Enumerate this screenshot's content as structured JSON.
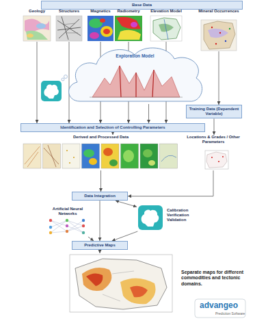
{
  "diagram": {
    "nodes": [
      {
        "text": [
          "Base Data"
        ]
      },
      {
        "text": [
          "Geology"
        ]
      },
      {
        "text": [
          "Structures"
        ]
      },
      {
        "text": [
          "Magnetics"
        ]
      },
      {
        "text": [
          "Radiometry"
        ]
      },
      {
        "text": [
          "Elevation Model"
        ]
      },
      {
        "text": [
          "Mineral Occurrences"
        ]
      },
      {
        "text": [
          "Exploration Model"
        ]
      },
      {
        "text": [
          "Training Data (Dependent Variable)"
        ]
      },
      {
        "text": [
          "Identification and Selection of Controlling Parameters"
        ]
      },
      {
        "text": [
          "Derived and Processed Data"
        ]
      },
      {
        "text": [
          "Locations & Grades / Other Parameters"
        ]
      },
      {
        "text": [
          "Data Integration"
        ]
      },
      {
        "text": [
          "Artificial Neural Networks"
        ]
      },
      {
        "text": [
          "Calibration Verification Validation"
        ]
      },
      {
        "text": [
          "Predictive Maps"
        ]
      },
      {
        "text": [
          "Separate maps for different commodities and tectonic domains."
        ]
      }
    ],
    "edges": [
      {
        "from": 1,
        "to": 9,
        "arrow": "to"
      },
      {
        "from": 2,
        "to": 9,
        "arrow": "to"
      },
      {
        "from": 3,
        "to": 9,
        "arrow": "to"
      },
      {
        "from": 4,
        "to": 9,
        "arrow": "to"
      },
      {
        "from": 5,
        "to": 9,
        "arrow": "to"
      },
      {
        "from": 7,
        "to": 9,
        "arrow": "to"
      },
      {
        "from": 6,
        "to": 8,
        "arrow": "to"
      },
      {
        "from": 8,
        "to": 11,
        "arrow": "to"
      },
      {
        "from": 9,
        "to": 10,
        "arrow": "to"
      },
      {
        "from": 10,
        "to": 12,
        "arrow": "to"
      },
      {
        "from": 11,
        "to": 12,
        "arrow": "to"
      },
      {
        "from": 12,
        "to": 15,
        "arrow": "to"
      },
      {
        "from": 12,
        "to": 14,
        "arrow": "both"
      },
      {
        "from": 14,
        "to": 15,
        "arrow": "to"
      },
      {
        "from": 13,
        "to": 15,
        "arrow": "to"
      },
      {
        "from": 15,
        "to": 16,
        "arrow": "to"
      }
    ],
    "labels": [
      "advangeo",
      "Prediction Software"
    ]
  }
}
